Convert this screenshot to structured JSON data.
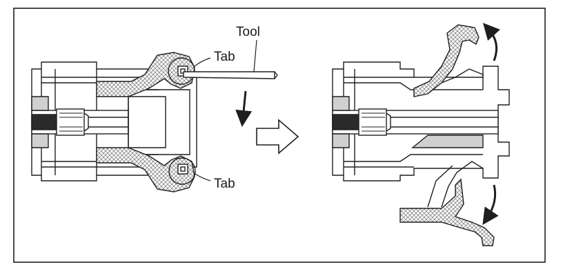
{
  "labels": {
    "tool": "Tool",
    "tab_top": "Tab",
    "tab_bottom": "Tab"
  },
  "colors": {
    "line": "#1e1e1e",
    "hatch": "#9a9a9a",
    "shade": "#d0d0d0",
    "dark": "#2a2a2a",
    "background": "#ffffff"
  },
  "icons": {
    "direction_arrow": "hollow-right-arrow-icon",
    "rotation_arrows": "curved-arrow-icon"
  }
}
